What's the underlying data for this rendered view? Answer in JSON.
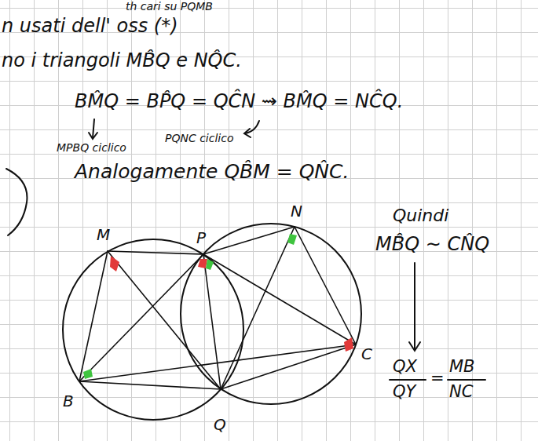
{
  "diagram": {
    "labels": [
      "th cari su PQMB",
      "n usati dell' oss (*)",
      "no i triangoli MB̂Q e NQ̂C.",
      "BM̂Q = BP̂Q = QĈN ⇝ BM̂Q = NĈQ.",
      "MPBQ ciclico",
      "PQNC ciclico",
      "Analogamente QB̂M = QN̂C.",
      "M",
      "P",
      "N",
      "Quindi",
      "MB̂Q ∼ CN̂Q",
      "B",
      "Q",
      "C",
      "QX",
      "QY",
      "=",
      "MB",
      "NC"
    ]
  }
}
